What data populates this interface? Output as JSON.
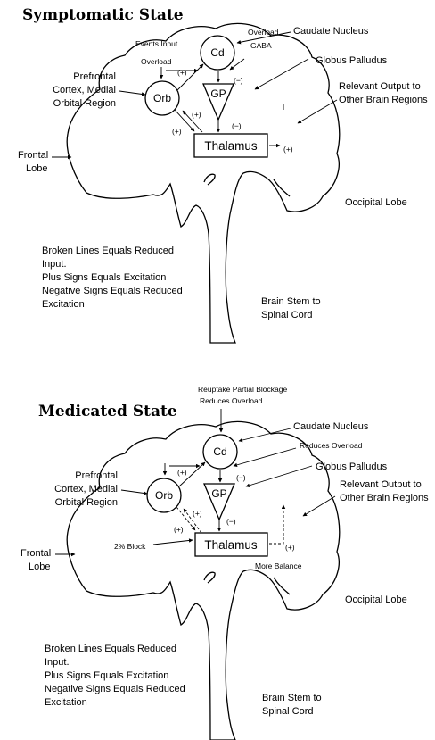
{
  "panels": [
    {
      "title": "Symptomatic State",
      "caudate_label": "Caudate Nucleus",
      "globus_label": "Globus Palludus",
      "prefrontal_label": [
        "Prefrontal",
        "Cortex, Medial",
        "Orbital Region"
      ],
      "relevant_output_label": [
        "Relevant Output to",
        "Other Brain Regions"
      ],
      "frontal_label": [
        "Frontal",
        "Lobe"
      ],
      "occipital_label": "Occipital Lobe",
      "brainstem_label": [
        "Brain Stem to",
        "Spinal Cord"
      ],
      "nodes": {
        "cd": "Cd",
        "orb": "Orb",
        "gp": "GP",
        "thalamus": "Thalamus"
      },
      "notes": [
        "Events Input",
        "Overload",
        "Overload",
        "GABA"
      ],
      "signs": [
        "(+)",
        "(−)",
        "(+)",
        "(+)",
        "(−)",
        "(+)"
      ],
      "legend": [
        "Broken Lines Equals Reduced",
        "Input.",
        "Plus Signs Equals Excitation",
        "Negative Signs Equals Reduced",
        "Excitation"
      ]
    },
    {
      "title": "Medicated State",
      "top_note": [
        "Reuptake Partial Blockage",
        "Reduces Overload"
      ],
      "caudate_label": "Caudate Nucleus",
      "globus_label": "Globus Palludus",
      "prefrontal_label": [
        "Prefrontal",
        "Cortex, Medial",
        "Orbital Region"
      ],
      "relevant_output_label": [
        "Relevant Output to",
        "Other Brain Regions"
      ],
      "frontal_label": [
        "Frontal",
        "Lobe"
      ],
      "occipital_label": "Occipital Lobe",
      "brainstem_label": [
        "Brain Stem to",
        "Spinal Cord"
      ],
      "nodes": {
        "cd": "Cd",
        "orb": "Orb",
        "gp": "GP",
        "thalamus": "Thalamus"
      },
      "notes": [
        "Reduces Overload",
        "2% Block",
        "More Balance"
      ],
      "signs": [
        "(+)",
        "(−)",
        "(+)",
        "(+)",
        "(−)",
        "(+)"
      ],
      "legend": [
        "Broken Lines Equals Reduced",
        "Input.",
        "Plus Signs Equals Excitation",
        "Negative Signs Equals Reduced",
        "Excitation"
      ]
    }
  ]
}
